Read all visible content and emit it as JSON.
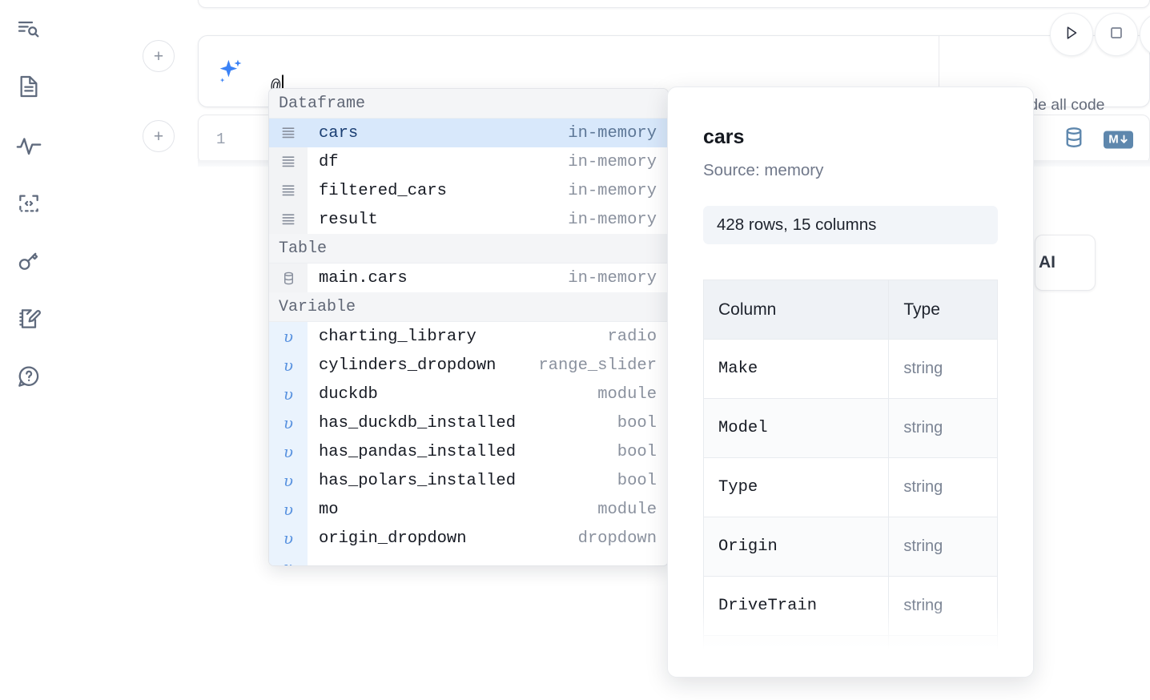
{
  "sidebar": {
    "items": [
      {
        "name": "outline-search-icon",
        "label": "Outline"
      },
      {
        "name": "document-icon",
        "label": "Documentation"
      },
      {
        "name": "activity-icon",
        "label": "Activity"
      },
      {
        "name": "code-snippet-icon",
        "label": "Snippets"
      },
      {
        "name": "key-icon",
        "label": "Secrets"
      },
      {
        "name": "notebook-edit-icon",
        "label": "Scratchpad"
      },
      {
        "name": "help-chat-icon",
        "label": "Help"
      }
    ]
  },
  "toolbar": {
    "run_label": "Run",
    "stop_label": "Stop",
    "add_cell_label": "+",
    "include_all_code_label": "Include all code",
    "include_all_code_checked": false
  },
  "ai_prompt": {
    "value": "@",
    "icon": "sparkle-icon"
  },
  "code_cell": {
    "line_number": "1",
    "badges": [
      {
        "name": "database-icon",
        "label": "SQL"
      },
      {
        "name": "markdown-icon",
        "label": "M"
      }
    ]
  },
  "ai_chip": {
    "label": "AI"
  },
  "autocomplete": {
    "groups": [
      {
        "label": "Dataframe",
        "icon": "dataframe-icon",
        "kind": "df",
        "items": [
          {
            "name": "cars",
            "type": "in-memory",
            "selected": true
          },
          {
            "name": "df",
            "type": "in-memory",
            "selected": false
          },
          {
            "name": "filtered_cars",
            "type": "in-memory",
            "selected": false
          },
          {
            "name": "result",
            "type": "in-memory",
            "selected": false
          }
        ]
      },
      {
        "label": "Table",
        "icon": "table-icon",
        "kind": "table",
        "items": [
          {
            "name": "main.cars",
            "type": "in-memory",
            "selected": false
          }
        ]
      },
      {
        "label": "Variable",
        "icon": "variable-icon",
        "kind": "var",
        "items": [
          {
            "name": "charting_library",
            "type": "radio",
            "selected": false
          },
          {
            "name": "cylinders_dropdown",
            "type": "range_slider",
            "selected": false
          },
          {
            "name": "duckdb",
            "type": "module",
            "selected": false
          },
          {
            "name": "has_duckdb_installed",
            "type": "bool",
            "selected": false
          },
          {
            "name": "has_pandas_installed",
            "type": "bool",
            "selected": false
          },
          {
            "name": "has_polars_installed",
            "type": "bool",
            "selected": false
          },
          {
            "name": "mo",
            "type": "module",
            "selected": false
          },
          {
            "name": "origin_dropdown",
            "type": "dropdown",
            "selected": false
          },
          {
            "name": "",
            "type": "",
            "selected": false
          }
        ]
      }
    ]
  },
  "detail": {
    "title": "cars",
    "source": "Source: memory",
    "shape": "428 rows, 15 columns",
    "columns_header": "Column",
    "type_header": "Type",
    "rows": [
      {
        "column": "Make",
        "type": "string"
      },
      {
        "column": "Model",
        "type": "string"
      },
      {
        "column": "Type",
        "type": "string"
      },
      {
        "column": "Origin",
        "type": "string"
      },
      {
        "column": "DriveTrain",
        "type": "string"
      },
      {
        "column": "",
        "type": ""
      }
    ]
  },
  "colors": {
    "accent_blue": "#2f6fe4",
    "selected_row": "#d8e8fb",
    "icon_slate": "#5f6a7d",
    "badge_blue": "#5e87ad"
  }
}
